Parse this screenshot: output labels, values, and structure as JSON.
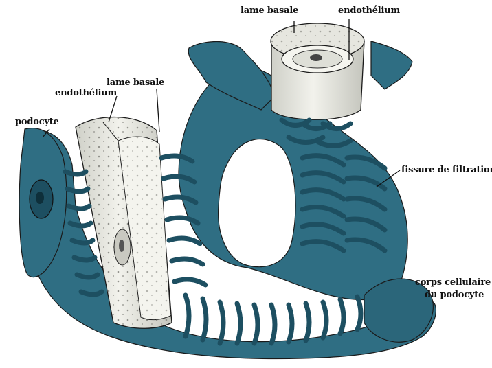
{
  "labels": {
    "lame_basale_top": "lame basale",
    "endothelium_top": "endothélium",
    "lame_basale_left": "lame basale",
    "endothelium_left": "endothélium",
    "podocyte": "podocyte",
    "fissure": "fissure de filtration",
    "corps_line1": "corps cellulaire",
    "corps_line2": "du podocyte"
  },
  "colors": {
    "podocyte_blue": "#2f6e83",
    "podocyte_dark": "#1d4f61",
    "vessel_wall": "#e9e9e2",
    "vessel_shade": "#cfd0c8",
    "outline": "#1a1a1a"
  }
}
